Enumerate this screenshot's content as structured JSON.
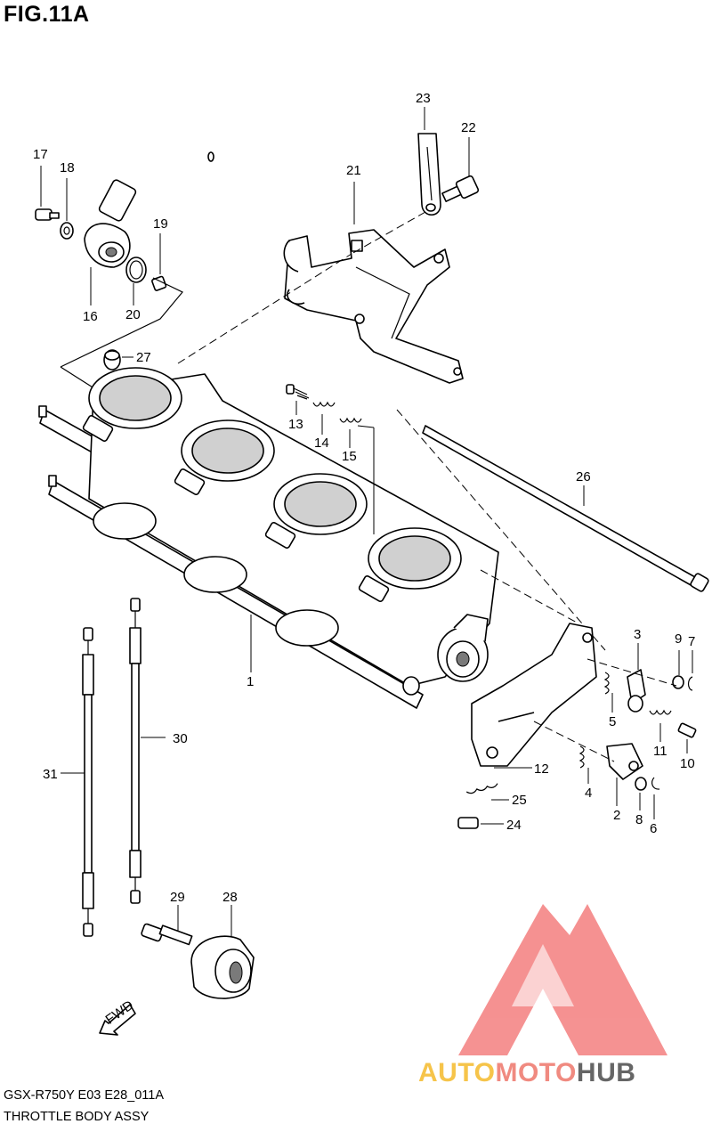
{
  "figure": {
    "title": "FIG.11A",
    "model_code": "GSX-R750Y E03 E28_011A",
    "assembly_name": "THROTTLE BODY ASSY",
    "fwd_label": "FWD"
  },
  "callouts": {
    "p1": "1",
    "p2": "2",
    "p3": "3",
    "p4": "4",
    "p5": "5",
    "p6": "6",
    "p7": "7",
    "p8": "8",
    "p9": "9",
    "p10": "10",
    "p11": "11",
    "p12": "12",
    "p13": "13",
    "p14": "14",
    "p15": "15",
    "p16": "16",
    "p17": "17",
    "p18": "18",
    "p19": "19",
    "p20": "20",
    "p21": "21",
    "p22": "22",
    "p23": "23",
    "p24": "24",
    "p25": "25",
    "p26": "26",
    "p27": "27",
    "p28": "28",
    "p29": "29",
    "p30": "30",
    "p31": "31"
  },
  "watermark": {
    "part_a": "AUTO",
    "part_b": "MOTO",
    "part_c": "HUB",
    "color_a": "#f6c44a",
    "color_b": "#f08a80",
    "color_c": "#666666",
    "logo_color": "#f26d6d"
  }
}
